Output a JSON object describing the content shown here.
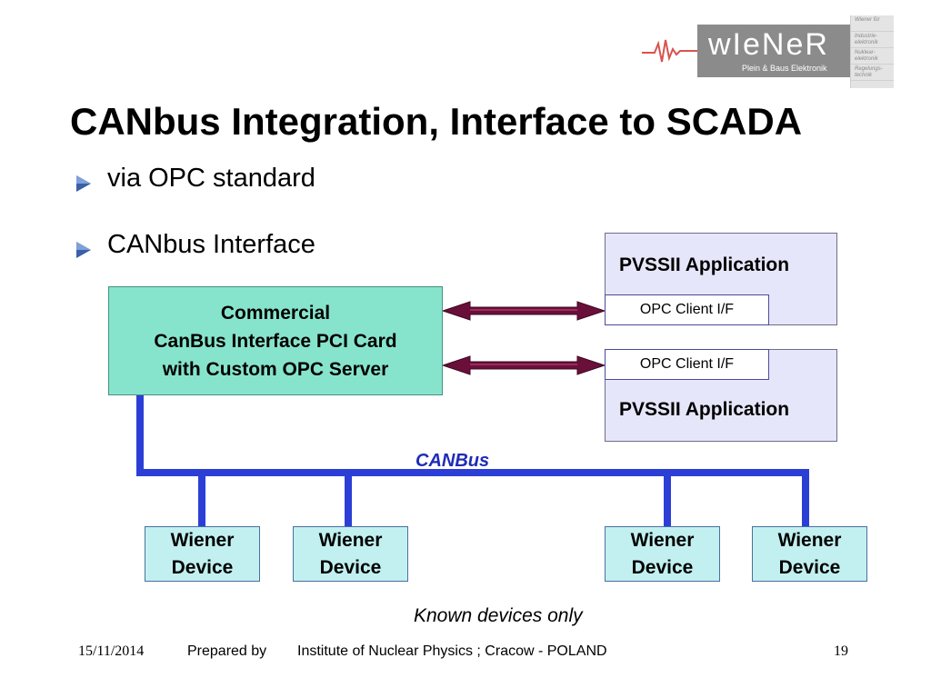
{
  "logo": {
    "word": "wIeNeR",
    "subtitle": "Plein & Baus Elektronik",
    "grid_lines": [
      "Wiener für",
      "Industrie-elektronik",
      "Nuklear-elektronik",
      "Regelungs-technik"
    ]
  },
  "slide": {
    "title": "CANbus Integration, Interface to SCADA",
    "bullets": [
      "via OPC standard",
      "CANbus Interface"
    ]
  },
  "diagram": {
    "pvss_top": {
      "label": "PVSSII Application",
      "opc": "OPC Client I/F"
    },
    "pvss_bottom": {
      "label": "PVSSII Application",
      "opc": "OPC Client I/F"
    },
    "commercial": [
      "Commercial",
      "CanBus Interface PCI Card",
      "with Custom OPC Server"
    ],
    "bus_label": "CANBus",
    "devices": [
      {
        "line1": "Wiener",
        "line2": "Device"
      },
      {
        "line1": "Wiener",
        "line2": "Device"
      },
      {
        "line1": "Wiener",
        "line2": "Device"
      },
      {
        "line1": "Wiener",
        "line2": "Device"
      }
    ],
    "note": "Known devices only"
  },
  "footer": {
    "date": "15/11/2014",
    "prepared": "Prepared by",
    "institute": "Institute of Nuclear Physics ; Cracow - POLAND",
    "page": "19"
  },
  "colors": {
    "bus": "#2b3fd6",
    "arrow": "#6a0f3a",
    "commercial_fill": "#87e4cc",
    "pvss_fill": "#e6e6fa",
    "device_fill": "#c2f0f0"
  }
}
